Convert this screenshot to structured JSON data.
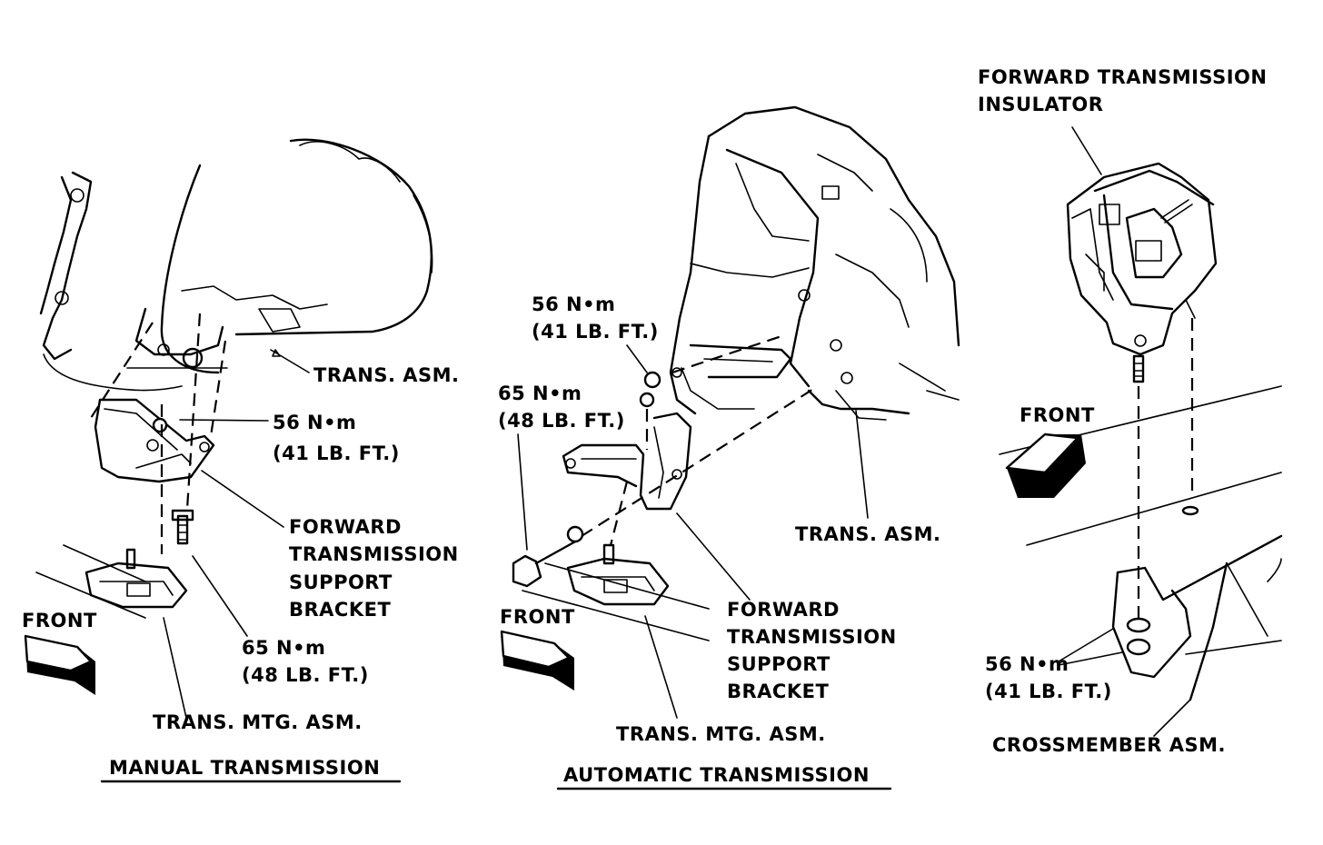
{
  "manual": {
    "trans_asm": "TRANS. ASM.",
    "torque_56": "56 N•m",
    "torque_56_ft": "(41 LB. FT.)",
    "bracket_l1": "FORWARD",
    "bracket_l2": "TRANSMISSION",
    "bracket_l3": "SUPPORT",
    "bracket_l4": "BRACKET",
    "torque_65": "65 N•m",
    "torque_65_ft": "(48 LB. FT.)",
    "front": "FRONT",
    "mtg_asm": "TRANS. MTG. ASM.",
    "caption": "MANUAL TRANSMISSION"
  },
  "automatic": {
    "torque_56": "56 N•m",
    "torque_56_ft": "(41 LB. FT.)",
    "torque_65": "65 N•m",
    "torque_65_ft": "(48 LB. FT.)",
    "trans_asm": "TRANS. ASM.",
    "bracket_l1": "FORWARD",
    "bracket_l2": "TRANSMISSION",
    "bracket_l3": "SUPPORT",
    "bracket_l4": "BRACKET",
    "front": "FRONT",
    "mtg_asm": "TRANS. MTG. ASM.",
    "caption": "AUTOMATIC TRANSMISSION"
  },
  "insulator": {
    "title_l1": "FORWARD TRANSMISSION",
    "title_l2": "INSULATOR",
    "front": "FRONT",
    "torque_56": "56 N•m",
    "torque_56_ft": "(41 LB. FT.)",
    "crossmember": "CROSSMEMBER ASM."
  }
}
